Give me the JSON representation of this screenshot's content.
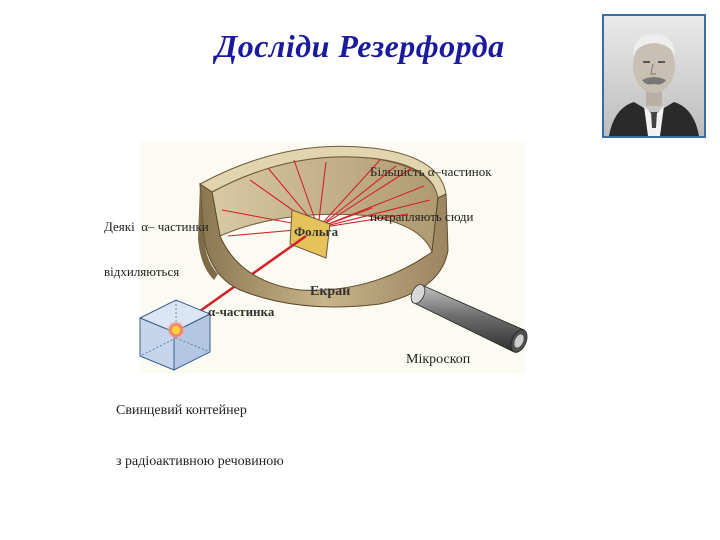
{
  "title": "Досліди Резерфорда",
  "labels": {
    "most_pass_line1": "Більшість α–частинок",
    "most_pass_line2": "потрапляють сюди",
    "some_deflect_line1": "Деякі  α– частинки",
    "some_deflect_line2": "відхиляються",
    "foil": "Фольга",
    "screen": "Екран",
    "alpha_particle": "α-частинка",
    "microscope": "Мікроскоп",
    "container_line1": "Свинцевий контейнер",
    "container_line2": "з радіоактивною речовиною"
  },
  "colors": {
    "title": "#1a1aa0",
    "ring": "#b8a37a",
    "rays": "#d2232a",
    "foil": "#e6c25a",
    "frame": "#3a6ea5"
  },
  "icons": {
    "portrait": "portrait-photo"
  }
}
